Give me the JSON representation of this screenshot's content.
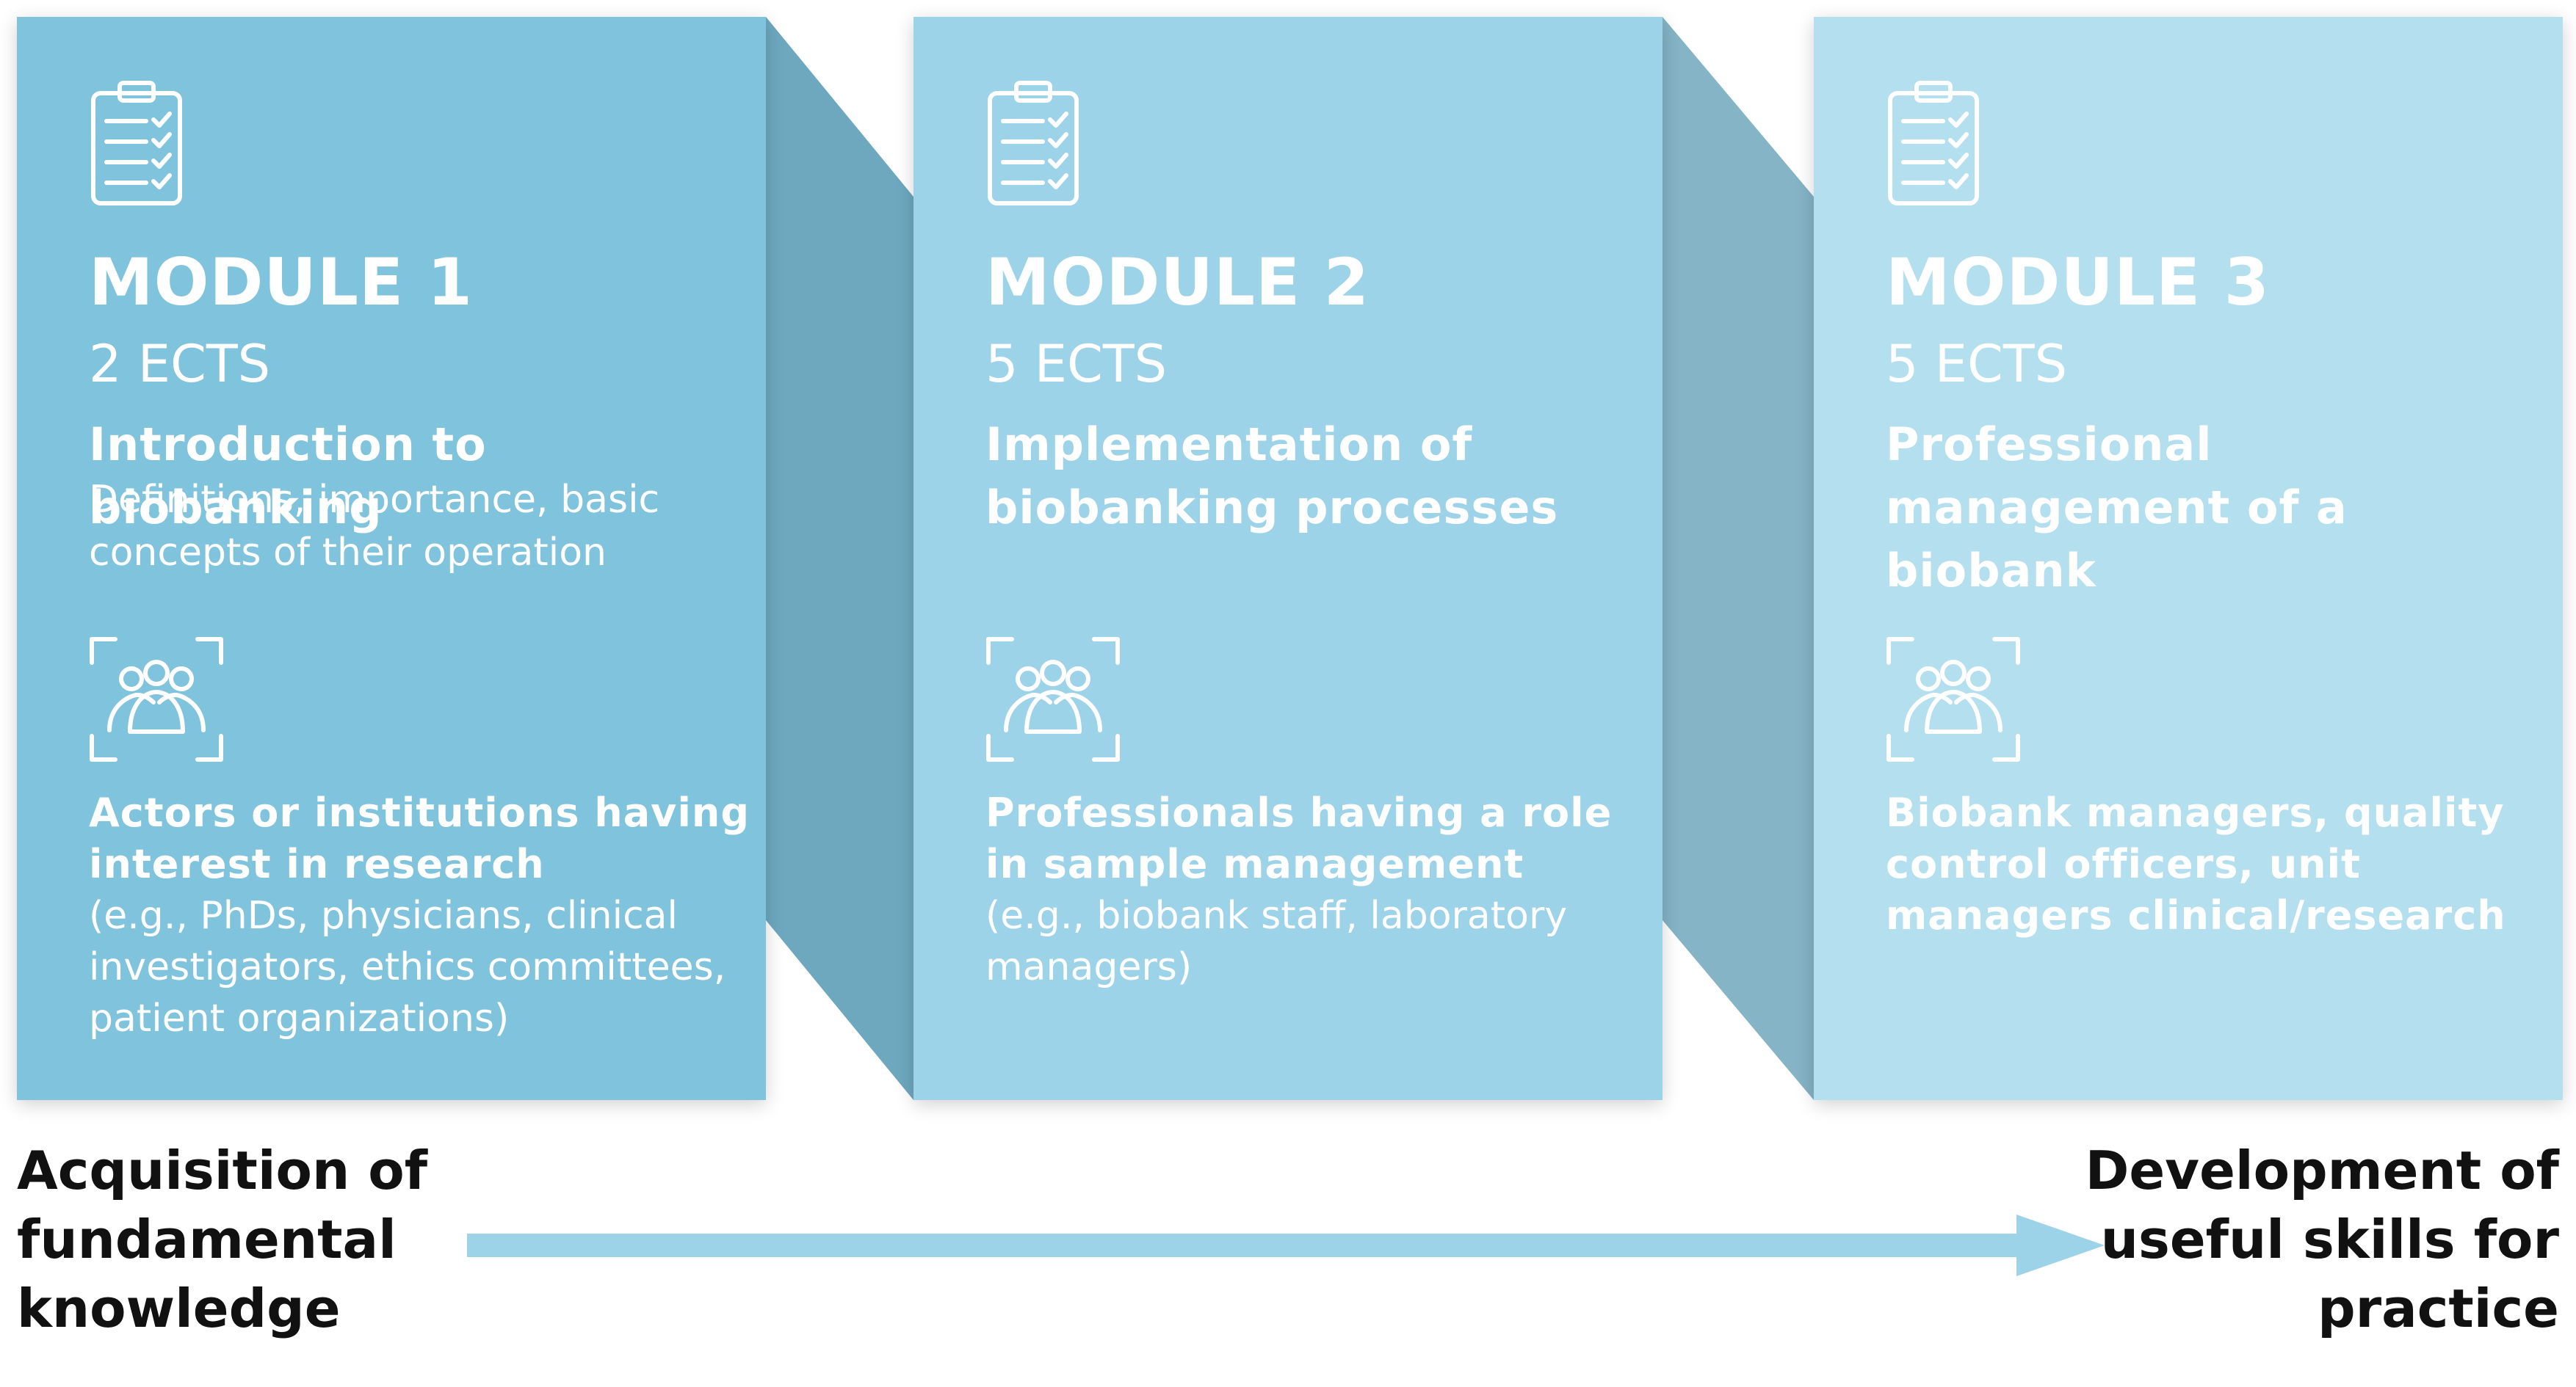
{
  "colors": {
    "module_1": "#7fc3dc",
    "module_2": "#9dd3e8",
    "module_3": "#b4dfee",
    "connector_1": "#6ea8bf",
    "connector_2": "#84b4c6",
    "arrow": "#9dd3e8",
    "text": "#ffffff",
    "caption": "#111111"
  },
  "modules": [
    {
      "icon": "clipboard-checklist-icon",
      "title": "MODULE 1",
      "ects": "2 ECTS",
      "heading": "Introduction to biobanking",
      "description": "Definitions, importance, basic concepts of their operation",
      "audience_icon": "group-focus-icon",
      "audience": "Actors or institutions having interest in research",
      "audience_examples": "(e.g., PhDs, physicians, clinical investigators, ethics committees, patient organizations)"
    },
    {
      "icon": "clipboard-checklist-icon",
      "title": "MODULE 2",
      "ects": "5 ECTS",
      "heading": "Implementation of biobanking processes",
      "description": "",
      "audience_icon": "group-focus-icon",
      "audience": "Professionals having a role in sample management",
      "audience_examples": "(e.g., biobank staff, laboratory managers)"
    },
    {
      "icon": "clipboard-checklist-icon",
      "title": "MODULE 3",
      "ects": "5 ECTS",
      "heading": "Professional management of a biobank",
      "description": "",
      "audience_icon": "group-focus-icon",
      "audience": "Biobank managers, quality control officers, unit managers clinical/research",
      "audience_examples": ""
    }
  ],
  "progression": {
    "start": "Acquisition of fundamental knowledge",
    "end": "Development of useful skills for practice"
  }
}
